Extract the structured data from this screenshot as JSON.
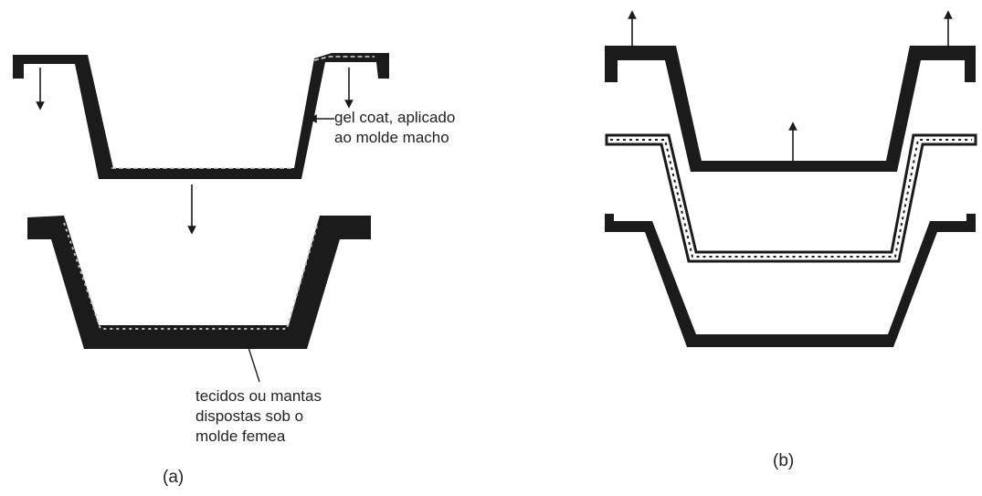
{
  "figure_a": {
    "caption": "(a)",
    "gel_coat_label": [
      "gel coat, aplicado",
      "ao molde macho"
    ],
    "fabric_label": [
      "tecidos ou mantas",
      "dispostas sob o",
      "molde femea"
    ]
  },
  "figure_b": {
    "caption": "(b)"
  },
  "colors": {
    "ink": "#1b1b1b",
    "laminate_fill": "#ffffff",
    "background": "#ffffff"
  }
}
